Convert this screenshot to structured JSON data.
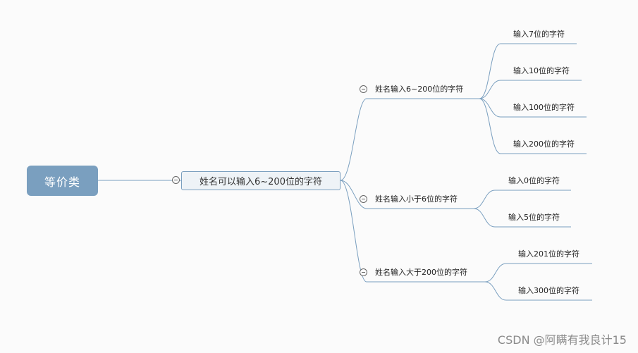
{
  "root": {
    "label": "等价类"
  },
  "main": {
    "label": "姓名可以输入6~200位的字符"
  },
  "branches": [
    {
      "label": "姓名输入6~200位的字符",
      "leaves": [
        "输入7位的字符",
        "输入10位的字符",
        "输入100位的字符",
        "输入200位的字符"
      ]
    },
    {
      "label": "姓名输入小于6位的字符",
      "leaves": [
        "输入0位的字符",
        "输入5位的字符"
      ]
    },
    {
      "label": "姓名输入大于200位的字符",
      "leaves": [
        "输入201位的字符",
        "输入300位的字符"
      ]
    }
  ],
  "watermark": "CSDN @阿瞒有我良计15",
  "colors": {
    "line": "#7a9fbf",
    "root_fill": "#7a9fbf",
    "main_fill": "#eef3f7"
  }
}
